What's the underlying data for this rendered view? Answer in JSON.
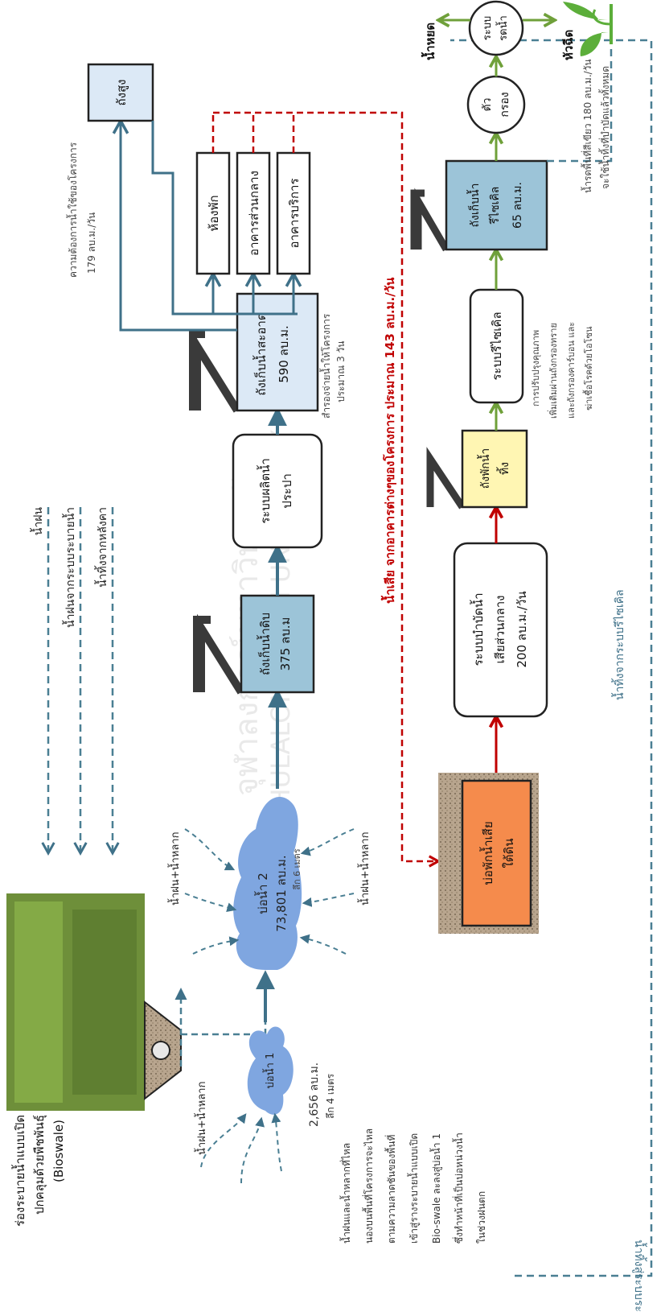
{
  "watermark": {
    "thai": "จุฬาลงกรณ์มหาวิทยาลัย",
    "english": "CHULALONGKORN UNIVERSITY"
  },
  "bioswale": {
    "title_line1": "ร่องระบายน้ำแบบเปิด",
    "title_line2": "ปกคลุมด้วยพืชพันธุ์",
    "title_line3": "(Bioswale)"
  },
  "inputs": {
    "rain": "น้ำฝน",
    "rain_drain": "น้ำฝนจากระบบระบายน้ำ",
    "roof": "น้ำทิ้งจากหลังคา"
  },
  "runoff_labels": {
    "pond1": "น้ำฝน+น้ำหลาก",
    "pond2_top": "น้ำฝน+น้ำหลาก",
    "pond2_bottom": "น้ำฝน+น้ำหลาก"
  },
  "pond1": {
    "name": "บ่อน้ำ 1",
    "volume": "2,656 ลบ.ม.",
    "depth": "ลึก 4 เมตร",
    "note": [
      "น้ำฝนและน้ำหลากที่ไหล",
      "นองบนพื้นที่โครงการจะไหล",
      "ตามความลาดชันของพื้นที่",
      "เข้าสู่รางระบายน้ำแบบเปิด",
      "Bio-swale ละลงสู่บ่อน้ำ 1",
      "ซึ่งทำหน้าที่เป็นบ่อหน่วงน้ำ",
      "ในช่วงฝนตก"
    ]
  },
  "pond2": {
    "name": "บ่อน้ำ 2",
    "volume": "73,801 ลบ.ม.",
    "depth": "ลึก 6 เมตร"
  },
  "raw_tank": {
    "line1": "ถังเก็บน้ำดิบ",
    "line2": "375 ลบ.ม"
  },
  "water_plant": {
    "line1": "ระบบผลิตน้ำ",
    "line2": "ประปา"
  },
  "clean_tank": {
    "line1": "ถังเก็บน้ำสะอาด",
    "line2": "590 ลบ.ม.",
    "note1": "สำรองจ่ายน้ำให้โครงการ",
    "note2": "ประมาณ 3 วัน"
  },
  "demand": {
    "line1": "ความต้องการน้ำใช้ของโครงการ",
    "line2": "179 ลบ.ม./วัน"
  },
  "elevated_tank": {
    "label": "ถังสูง"
  },
  "buildings": {
    "dorm": "ห้องพัก",
    "central": "อาคารส่วนกลาง",
    "service": "อาคารบริการ"
  },
  "wastewater": {
    "label": "น้ำเสีย จากอาคารต่างๆของโครงการ ประมาณ 143 ลบ.ม./วัน",
    "pit_line1": "บ่อพักน้ำเสีย",
    "pit_line2": "ใต้ดิน"
  },
  "treatment": {
    "line1": "ระบบบำบัดน้ำ",
    "line2": "เสียส่วนกลาง",
    "line3": "200 ลบ.ม./วัน"
  },
  "effluent_tank": {
    "line1": "ถังพักน้ำ",
    "line2": "ทิ้ง"
  },
  "recycle": {
    "label": "ระบบรีไซเคิล",
    "note": [
      "การปรับปรุงคุณภาพ",
      "เพิ่มเติมผ่านถังกรองทราย",
      "และถังกรองคาร์บอน และ",
      "ฆ่าเชื้อโรคด้วยโอโซน"
    ]
  },
  "recycle_tank": {
    "line1": "ถังเก็บน้ำ",
    "line2": "รีไซเคิล",
    "line3": "65 ลบ.ม."
  },
  "filter": {
    "line1": "ตัว",
    "line2": "กรอง"
  },
  "watering": {
    "line1": "ระบบ",
    "line2": "รดน้ำ"
  },
  "outputs": {
    "drip": "น้ำหยด",
    "spray": "หัวฉีด"
  },
  "green_note": {
    "line1": "น้ำรดพื้นที่สีเขียว 180 ลบ.ม./วัน",
    "line2": "จะใช้น้ำทิ้งที่บำบัดแล้วทั้งหมด"
  },
  "overflow_recycle": "น้ำทิ้งจากระบบรีไซเคิล",
  "overflow_bottom": "น้ำทิ้งสู่ระบบระบายน้ำ",
  "colors": {
    "teal": "#3f7189",
    "teal_dashed": "#4a7f93",
    "red": "#c00000",
    "green": "#6fa03a",
    "pond": "#7fa6e0",
    "raw_tank_fill": "#9cc4d8",
    "clean_tank_fill": "#dce9f6",
    "effluent_fill": "#fff6b3",
    "pit_fill": "#f58b4c",
    "roof": "#3a3a3a",
    "plant": "#5cae3a"
  },
  "icons": [
    "plant-icon",
    "pipe-icon"
  ]
}
